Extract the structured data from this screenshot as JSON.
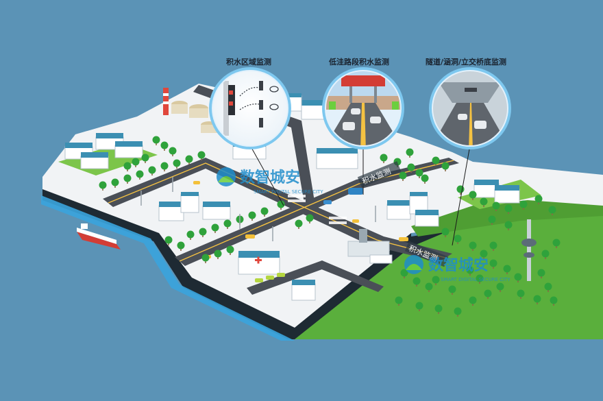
{
  "callouts": [
    {
      "label": "积水区域监测"
    },
    {
      "label": "低洼路段积水监测"
    },
    {
      "label": "隧道/涵洞/立交桥底监测"
    }
  ],
  "watermark": {
    "title": "数智城安",
    "subtitle": "SMART DIGITAL SECURE CITY"
  },
  "road_labels": [
    "积水监测",
    "积水监测"
  ],
  "colors": {
    "water": "#5b93b6",
    "land": "#f1f3f5",
    "grass": "#5aaf3c",
    "road": "#4a4f57",
    "accent": "#1f8dcb"
  }
}
